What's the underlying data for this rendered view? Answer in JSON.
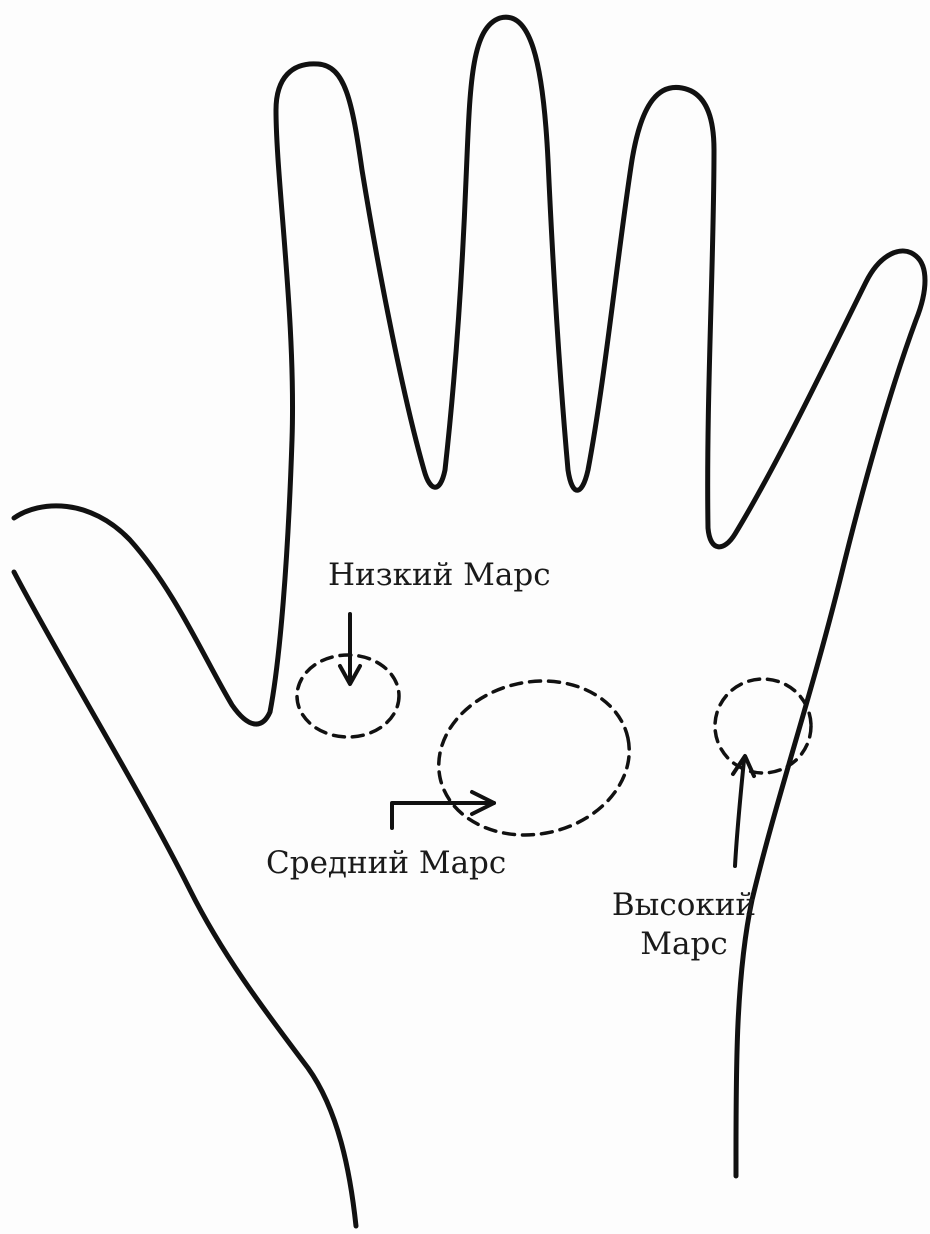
{
  "labels": {
    "lower_mars": "Низкий Марс",
    "middle_mars": "Средний Марс",
    "upper_mars_line1": "Высокий",
    "upper_mars_line2": "Марс"
  },
  "colors": {
    "ink": "#111111",
    "paper": "#fdfdfd"
  }
}
